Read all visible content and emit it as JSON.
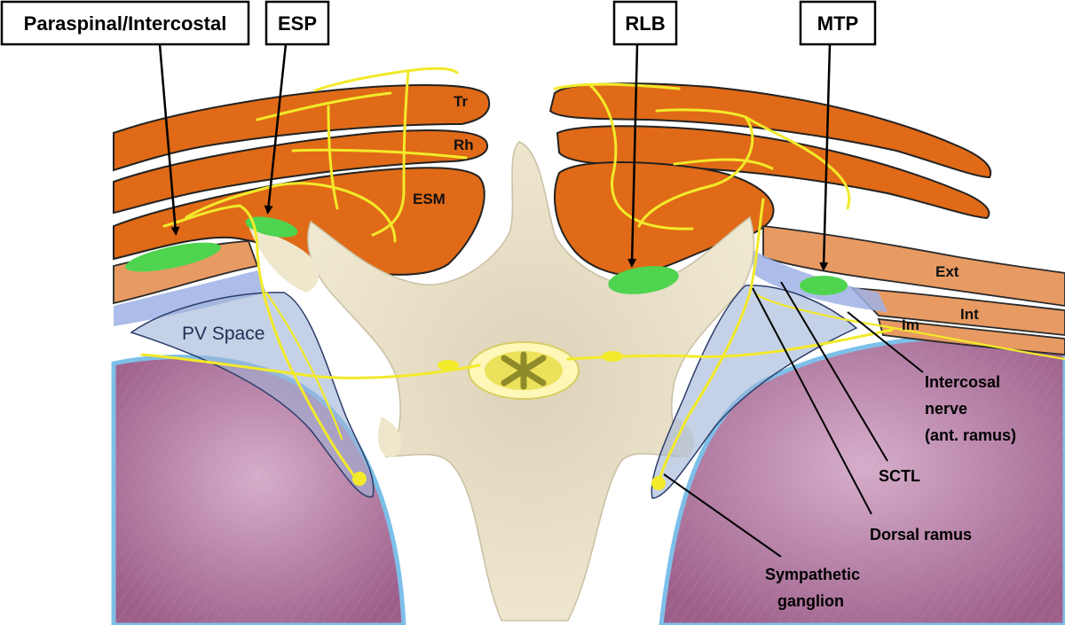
{
  "callouts": {
    "paraspinal": "Paraspinal/Intercostal",
    "esp": "ESP",
    "rlb": "RLB",
    "mtp": "MTP"
  },
  "muscles": {
    "trapezius": "Tr",
    "rhomboid": "Rh",
    "erector_spinae": "ESM",
    "external_intercostal": "Ext",
    "internal_intercostal": "Int",
    "innermost_intercostal": "Im"
  },
  "regions": {
    "pv_space": "PV Space"
  },
  "structure_labels": {
    "intercostal_nerve_line1": "Intercosal",
    "intercostal_nerve_line2": "nerve",
    "intercostal_nerve_line3": "(ant. ramus)",
    "sctl": "SCTL",
    "dorsal_ramus": "Dorsal ramus",
    "sympathetic_line1": "Sympathetic",
    "sympathetic_line2": "ganglion"
  },
  "colors": {
    "muscle": "#e06a17",
    "nerve": "#f2ea2a",
    "injection_spread": "#4fd44f",
    "pv_space": "#9fb2d6",
    "lung": "#b87ea6",
    "pleura": "#7cc0ea",
    "bone": "#efe7cc"
  }
}
